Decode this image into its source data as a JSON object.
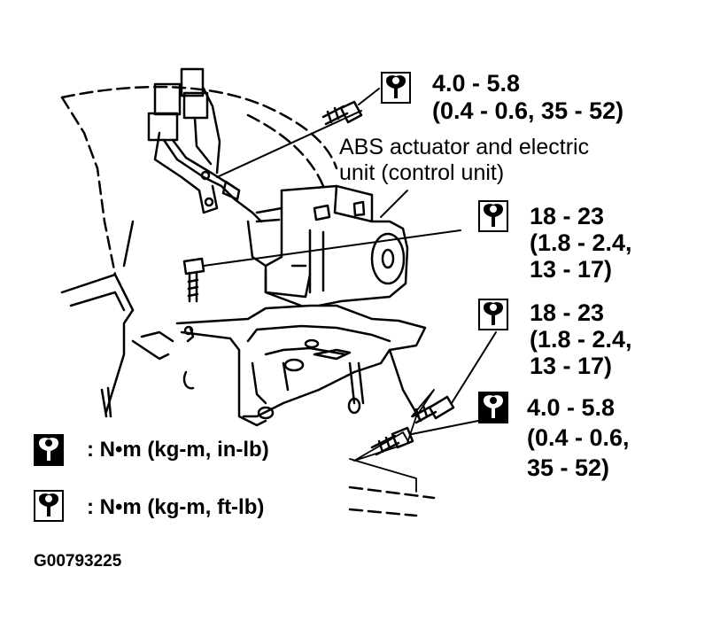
{
  "callouts": {
    "top_torque": {
      "line1": "4.0 - 5.8",
      "line2": "(0.4 - 0.6, 35 - 52)"
    },
    "abs_unit": {
      "line1": "ABS actuator and electric",
      "line2": "unit (control unit)"
    },
    "mid_torque_1": {
      "line1": "18 - 23",
      "line2": "(1.8 - 2.4,",
      "line3": "13 - 17)"
    },
    "mid_torque_2": {
      "line1": "18 - 23",
      "line2": "(1.8 - 2.4,",
      "line3": "13 - 17)"
    },
    "bottom_torque": {
      "line1": "4.0 - 5.8",
      "line2": "(0.4 - 0.6,",
      "line3": "35 - 52)"
    }
  },
  "legend": {
    "in_lb": ": N•m (kg-m, in-lb)",
    "ft_lb": ": N•m (kg-m, ft-lb)"
  },
  "figure_code": "G00793225",
  "icons": {
    "torque_in_lb": "torque-wrench-in-lb-icon",
    "torque_ft_lb": "torque-wrench-ft-lb-icon"
  }
}
